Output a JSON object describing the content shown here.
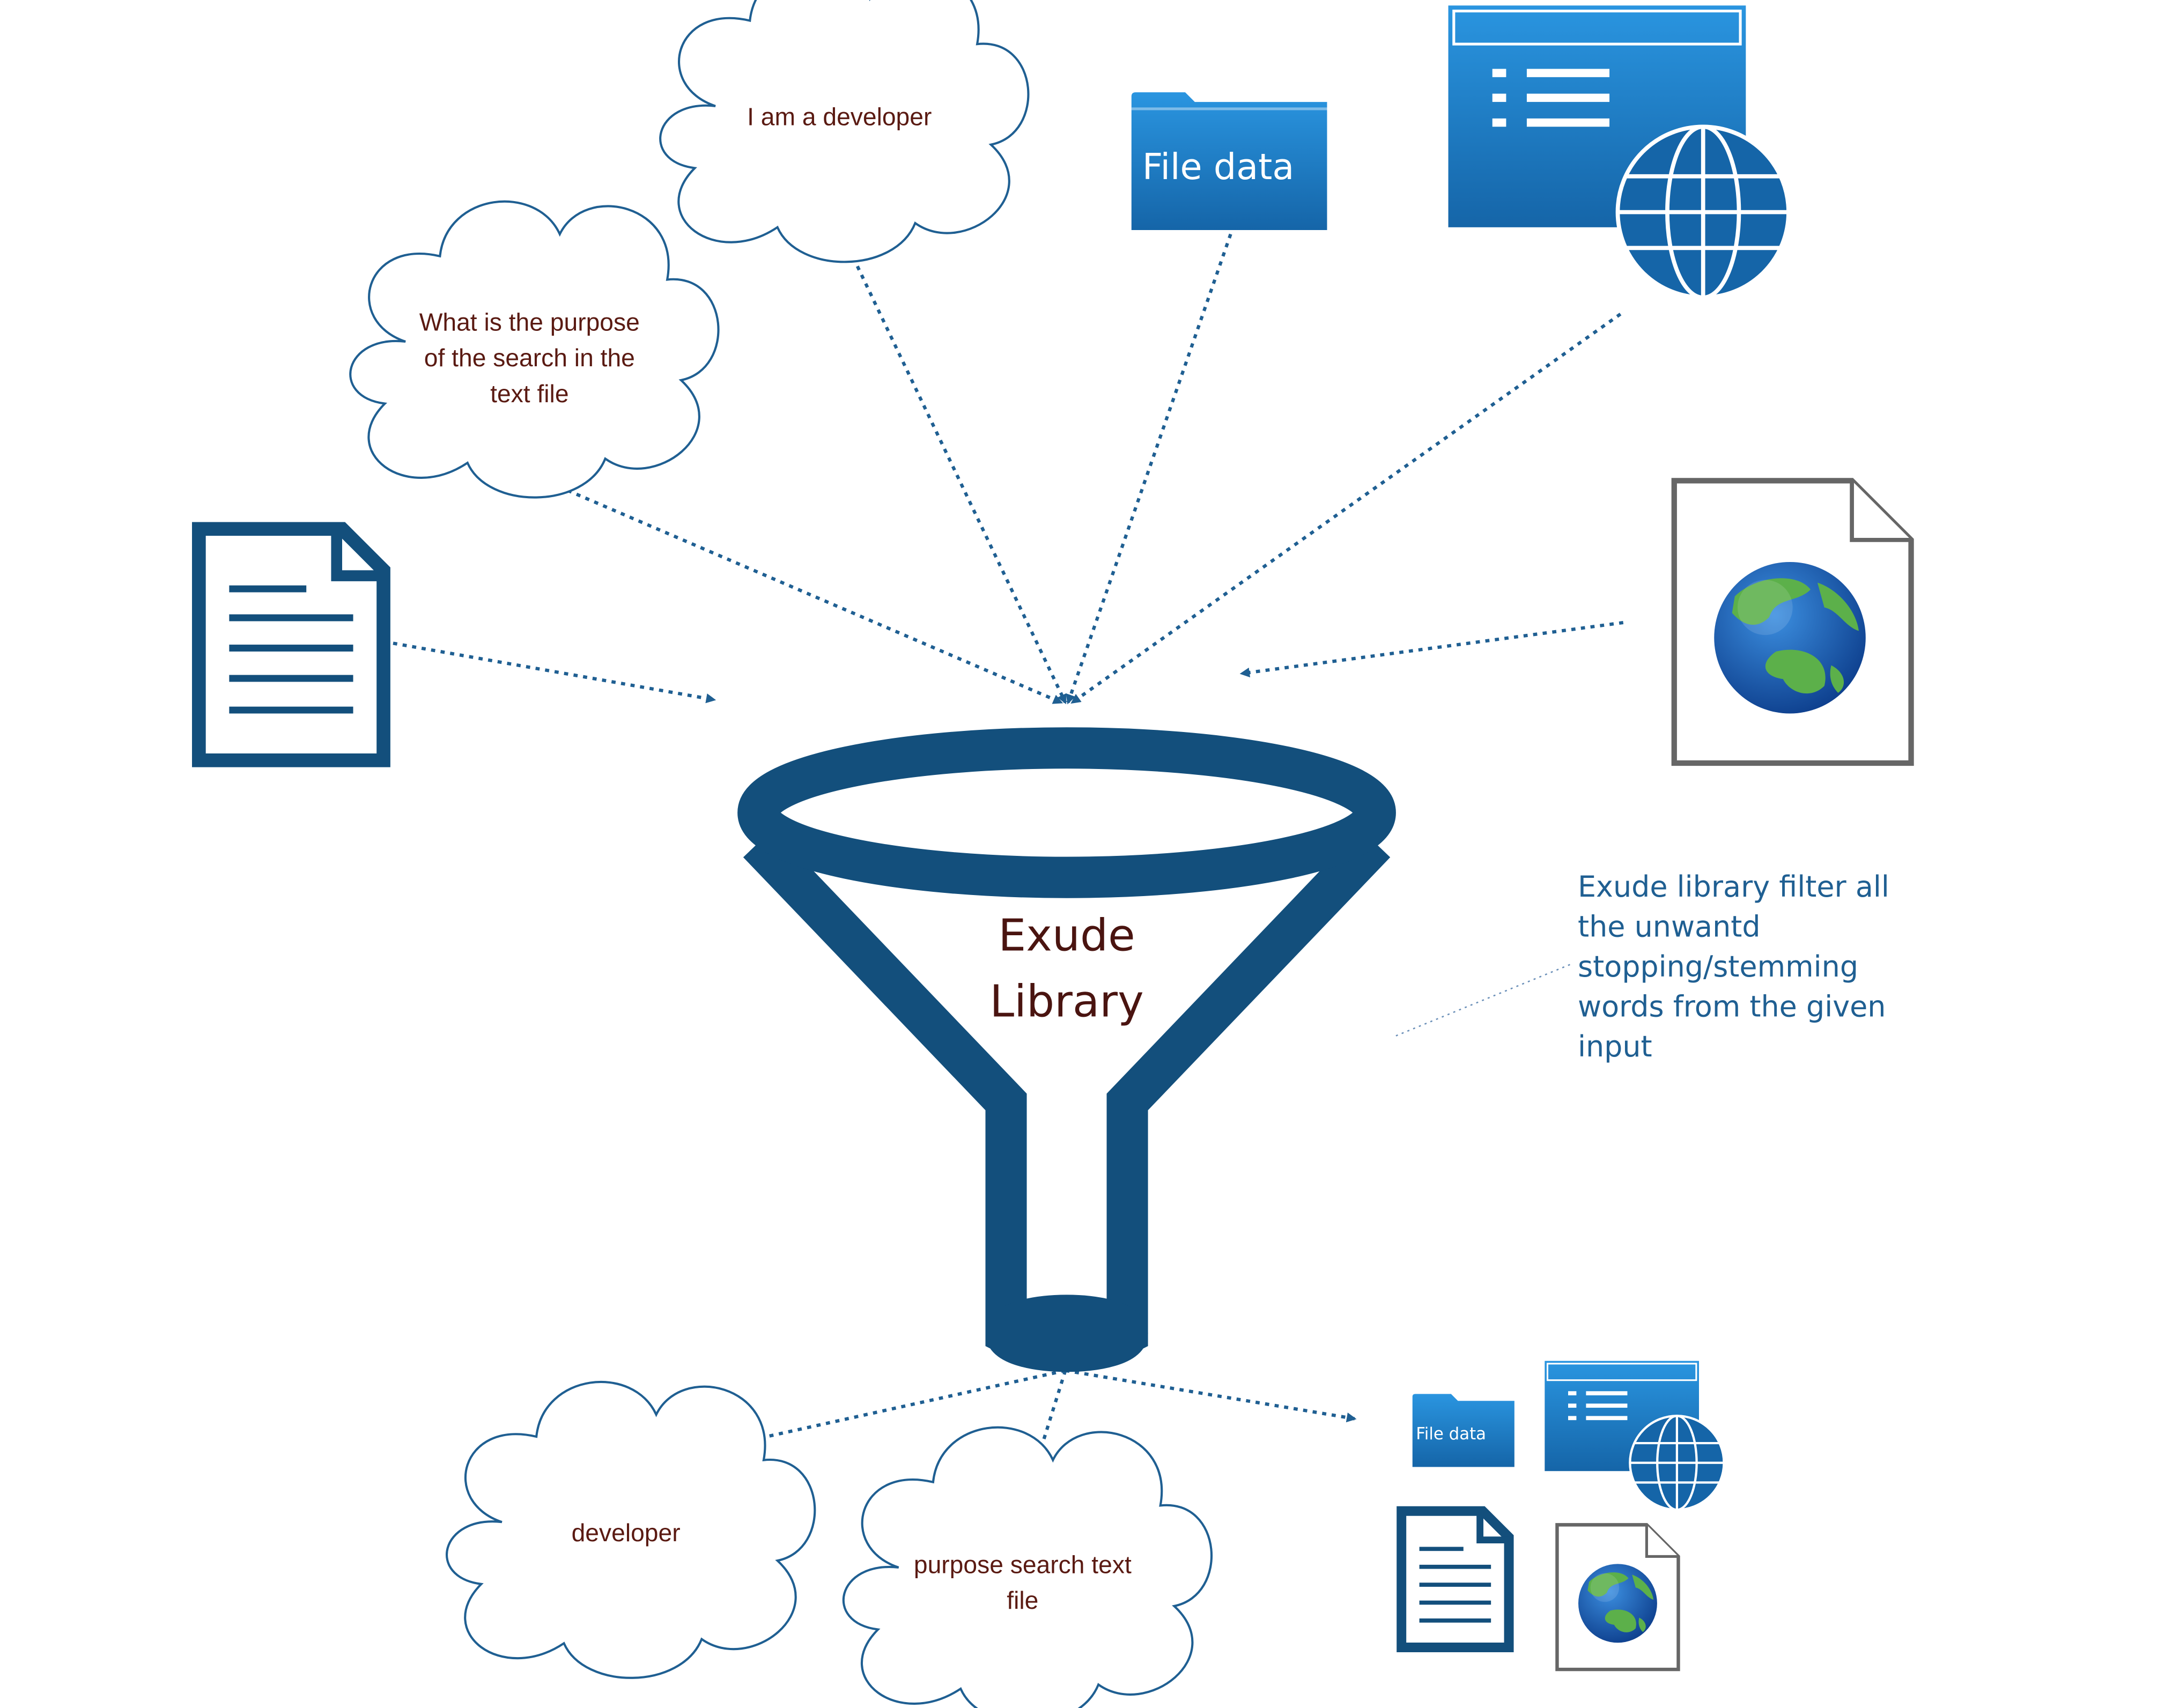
{
  "funnel": {
    "line1": "Exude",
    "line2": "Library"
  },
  "inputs": {
    "cloud_question": [
      "What is the purpose",
      "of the search in the",
      "text file"
    ],
    "cloud_developer": "I am a developer",
    "folder_label": "File data"
  },
  "note": [
    "Exude library filter all",
    "the unwantd",
    "stopping/stemming",
    "words from the given",
    "input"
  ],
  "outputs": {
    "cloud_developer": "developer",
    "cloud_purpose": [
      "purpose search text",
      "file"
    ],
    "folder_label": "File data"
  },
  "icons": [
    "document-icon",
    "web-page-icon",
    "globe-icon",
    "web-document-icon",
    "folder-icon",
    "cloud-icon",
    "funnel-icon"
  ],
  "colors": {
    "funnel": "#134f7c",
    "icon_blue": "#1f78bf",
    "arrow": "#1f5f92",
    "text_brown": "#5a1a12"
  }
}
